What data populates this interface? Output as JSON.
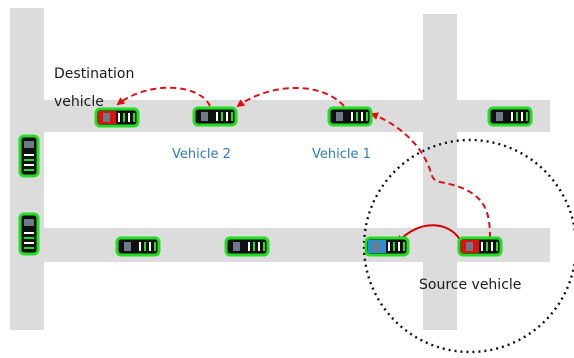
{
  "labels": {
    "destination_line1": "Destination",
    "destination_line2": "vehicle",
    "vehicle2": "Vehicle 2",
    "vehicle1": "Vehicle 1",
    "source": "Source vehicle"
  },
  "colors": {
    "road": "#dcdcdc",
    "vehicle_body": "#0f0f0f",
    "vehicle_outline": "#22dd22",
    "window": "#6f7a88",
    "source_dest_stripe": "#e01010",
    "relay_stripe": "#2a8fd8",
    "multi_hop_path": "#e01010",
    "direct_path": "#d90000",
    "coverage_circle": "#111111",
    "label_dark": "#1a1a1a",
    "label_blue": "#2f7cc4"
  },
  "vehicles": [
    {
      "name": "destination-vehicle",
      "role": "destination",
      "orientation": "horizontal"
    },
    {
      "name": "vehicle-2",
      "role": "relay",
      "orientation": "horizontal"
    },
    {
      "name": "vehicle-1",
      "role": "relay",
      "orientation": "horizontal"
    },
    {
      "name": "vehicle-top-right",
      "role": "normal",
      "orientation": "horizontal"
    },
    {
      "name": "vehicle-left-upper",
      "role": "normal",
      "orientation": "vertical"
    },
    {
      "name": "vehicle-left-lower",
      "role": "normal",
      "orientation": "vertical"
    },
    {
      "name": "vehicle-bottom-1",
      "role": "normal",
      "orientation": "horizontal"
    },
    {
      "name": "vehicle-bottom-2",
      "role": "normal",
      "orientation": "horizontal"
    },
    {
      "name": "vehicle-blue-relay",
      "role": "direct-relay",
      "orientation": "horizontal"
    },
    {
      "name": "source-vehicle",
      "role": "source",
      "orientation": "horizontal"
    }
  ]
}
